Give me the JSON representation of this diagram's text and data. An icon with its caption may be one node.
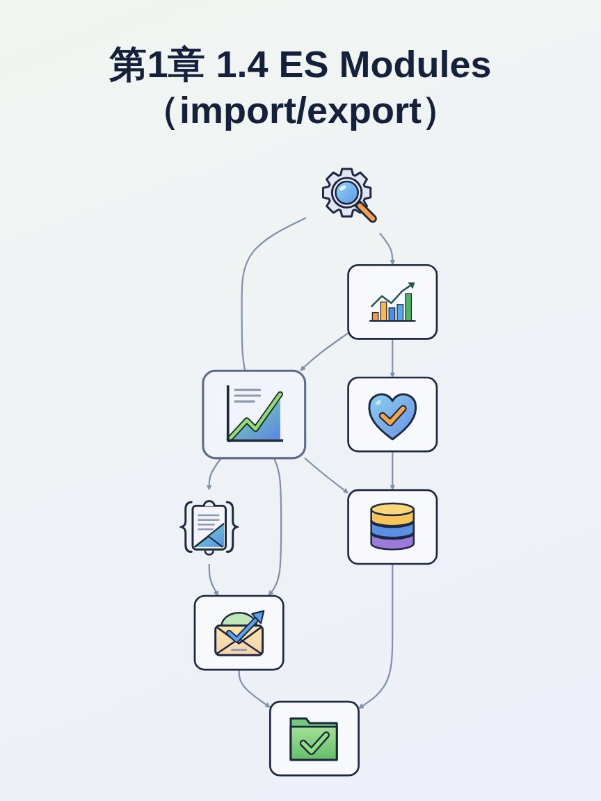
{
  "diagram": {
    "title": "第1章 1.4 ES Modules（import/export）",
    "nodes": [
      {
        "text": [],
        "shape": "picture"
      },
      {
        "text": [],
        "shape": "picture"
      },
      {
        "text": [],
        "shape": "picture"
      },
      {
        "text": [],
        "shape": "picture"
      },
      {
        "text": [],
        "shape": "picture"
      },
      {
        "text": [],
        "shape": "picture"
      },
      {
        "text": [],
        "shape": "picture"
      },
      {
        "text": [],
        "shape": "picture"
      }
    ],
    "edges": [
      {
        "from": 0,
        "to": 2,
        "arrow": "to"
      },
      {
        "from": 0,
        "to": 3,
        "arrow": "none"
      },
      {
        "from": 3,
        "to": 1,
        "arrow": "to"
      },
      {
        "from": 1,
        "to": 4,
        "arrow": "to"
      },
      {
        "from": 2,
        "to": 3,
        "arrow": "to"
      },
      {
        "from": 3,
        "to": 4,
        "arrow": "to"
      },
      {
        "from": 2,
        "to": 5,
        "arrow": "to"
      },
      {
        "from": 3,
        "to": 6,
        "arrow": "to"
      },
      {
        "from": 4,
        "to": 7,
        "arrow": "to"
      },
      {
        "from": 5,
        "to": 6,
        "arrow": "to"
      },
      {
        "from": 6,
        "to": 7,
        "arrow": "to"
      }
    ]
  }
}
